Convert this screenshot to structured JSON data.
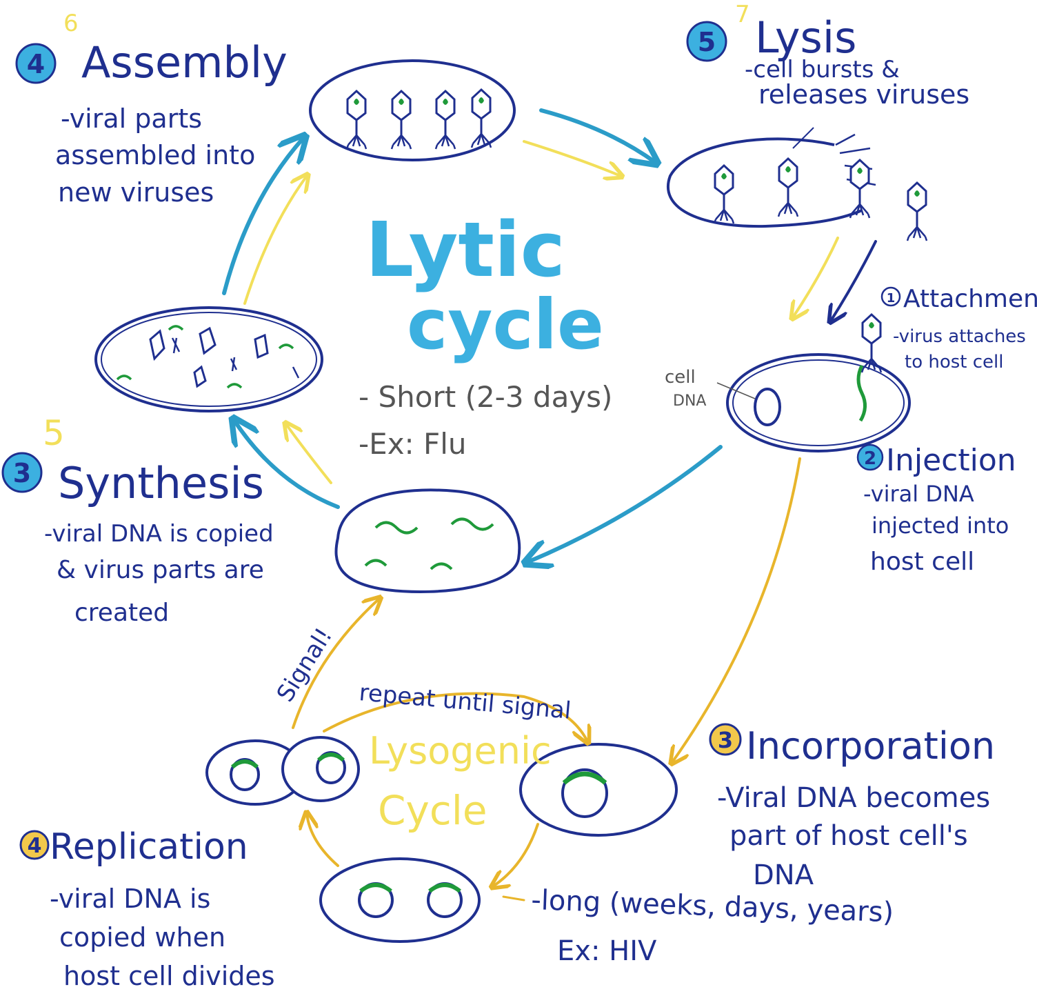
{
  "colors": {
    "ink": "#1f2f8f",
    "lytic_accent": "#3cb0e0",
    "lytic_arrow": "#2b9cc8",
    "lysogenic_accent": "#f2df5a",
    "lysogenic_arrow": "#e8b52b",
    "viral_dna": "#1f9a3a",
    "grey_text": "#555555"
  },
  "lytic_cycle": {
    "title_line1": "Lytic",
    "title_line2": "cycle",
    "duration": "- Short (2-3 days)",
    "example": "-Ex: Flu",
    "cell_dna_label_1": "cell",
    "cell_dna_label_2": "DNA",
    "steps": {
      "attachment": {
        "number": "1",
        "title": "Attachment",
        "desc_line1": "-virus attaches",
        "desc_line2": "to host cell"
      },
      "injection": {
        "number": "2",
        "title": "Injection",
        "desc_line1": "-viral DNA",
        "desc_line2": "injected into",
        "desc_line3": "host cell"
      },
      "synthesis": {
        "number": "3",
        "alt_number": "5",
        "title": "Synthesis",
        "desc_line1": "-viral DNA is copied",
        "desc_line2": "& virus parts are",
        "desc_line3": "created"
      },
      "assembly": {
        "number": "4",
        "alt_number": "6",
        "title": "Assembly",
        "desc_line1": "-viral parts",
        "desc_line2": "assembled into",
        "desc_line3": "new viruses"
      },
      "lysis": {
        "number": "5",
        "alt_number": "7",
        "title": "Lysis",
        "desc_line1": "-cell bursts &",
        "desc_line2": "releases viruses"
      }
    }
  },
  "lysogenic_cycle": {
    "title_line1": "Lysogenic",
    "title_line2": "Cycle",
    "duration": "-long (weeks, days, years)",
    "example": "Ex: HIV",
    "signal_label": "Signal!",
    "repeat_label": "repeat until signal",
    "steps": {
      "incorporation": {
        "number": "3",
        "title": "Incorporation",
        "desc_line1": "-Viral DNA becomes",
        "desc_line2": "part of host cell's",
        "desc_line3": "DNA"
      },
      "replication": {
        "number": "4",
        "title": "Replication",
        "desc_line1": "-viral DNA is",
        "desc_line2": "copied when",
        "desc_line3": "host cell divides"
      }
    }
  }
}
